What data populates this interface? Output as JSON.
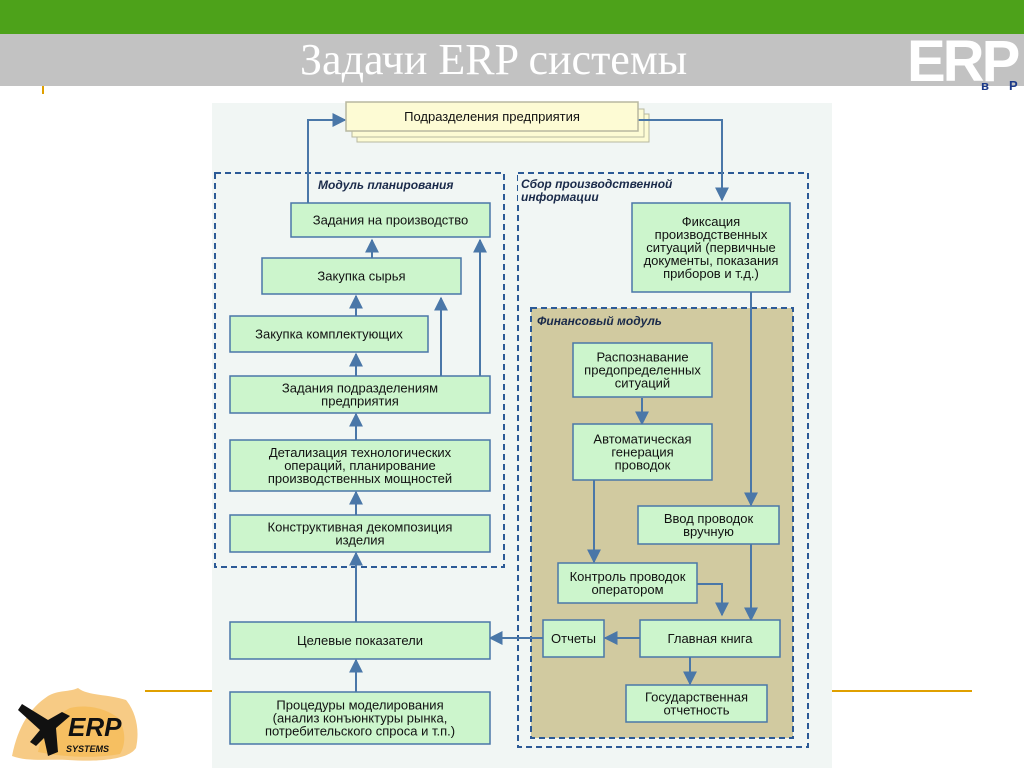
{
  "slide": {
    "title": "Задачи ERP системы",
    "logo_text": "ERP",
    "logo_sub_left": "в",
    "logo_sub_right": "Р",
    "bottom_logo_text": "ERP",
    "bottom_logo_sub": "SYSTEMS"
  },
  "diagram": {
    "groups": {
      "planning": "Модуль планирования",
      "collection": [
        "Сбор производственной",
        "информации"
      ],
      "finance": "Финансовый модуль"
    },
    "boxes": {
      "departments": [
        "Подразделения предприятия"
      ],
      "prod_tasks": [
        "Задания на производство"
      ],
      "raw_purchase": [
        "Закупка сырья"
      ],
      "parts_purchase": [
        "Закупка комплектующих"
      ],
      "dept_tasks": [
        "Задания подразделениям",
        "предприятия"
      ],
      "detailing": [
        "Детализация технологических",
        "операций, планирование",
        "производственных мощностей"
      ],
      "decomposition": [
        "Конструктивная декомпозиция",
        "изделия"
      ],
      "targets": [
        "Целевые показатели"
      ],
      "modeling": [
        "Процедуры моделирования",
        "(анализ конъюнктуры рынка,",
        "потребительского спроса и т.п.)"
      ],
      "fixation": [
        "Фиксация",
        "производственных",
        "ситуаций (первичные",
        "документы, показания",
        "приборов и т.д.)"
      ],
      "recognition": [
        "Распознавание",
        "предопределенных",
        "ситуаций"
      ],
      "auto_gen": [
        "Автоматическая",
        "генерация",
        "проводок"
      ],
      "manual": [
        "Ввод проводок",
        "вручную"
      ],
      "control": [
        "Контроль проводок",
        "оператором"
      ],
      "ledger": [
        "Главная книга"
      ],
      "reports": [
        "Отчеты"
      ],
      "state_reports": [
        "Государственная",
        "отчетность"
      ]
    }
  },
  "colors": {
    "header_green": "#4da21a",
    "title_band": "#c2c2c2",
    "box_fill": "#ccf5cc",
    "box_border": "#4a77a8",
    "finance_fill": "#d1caa0",
    "arrow": "#4a77a8",
    "accent_orange": "#e0a000"
  }
}
